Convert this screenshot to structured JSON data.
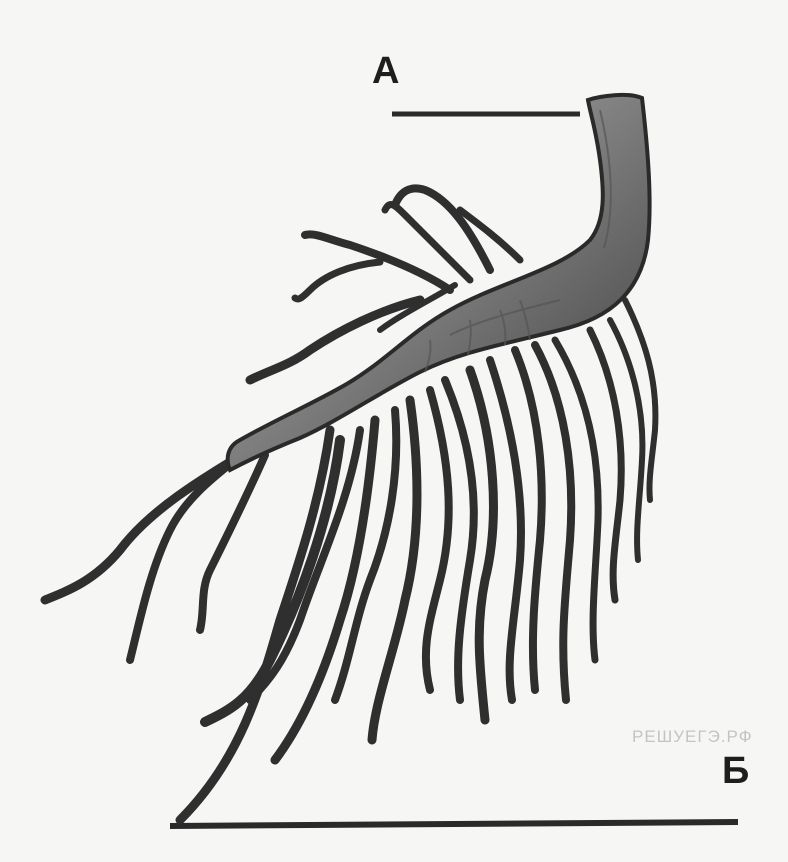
{
  "labels": {
    "a": "А",
    "b": "Б"
  },
  "watermark": "РЕШУЕГЭ.РФ",
  "colors": {
    "background": "#f6f6f4",
    "ink": "#2a2a2a",
    "rhizome_fill": "#8a8a8a"
  }
}
